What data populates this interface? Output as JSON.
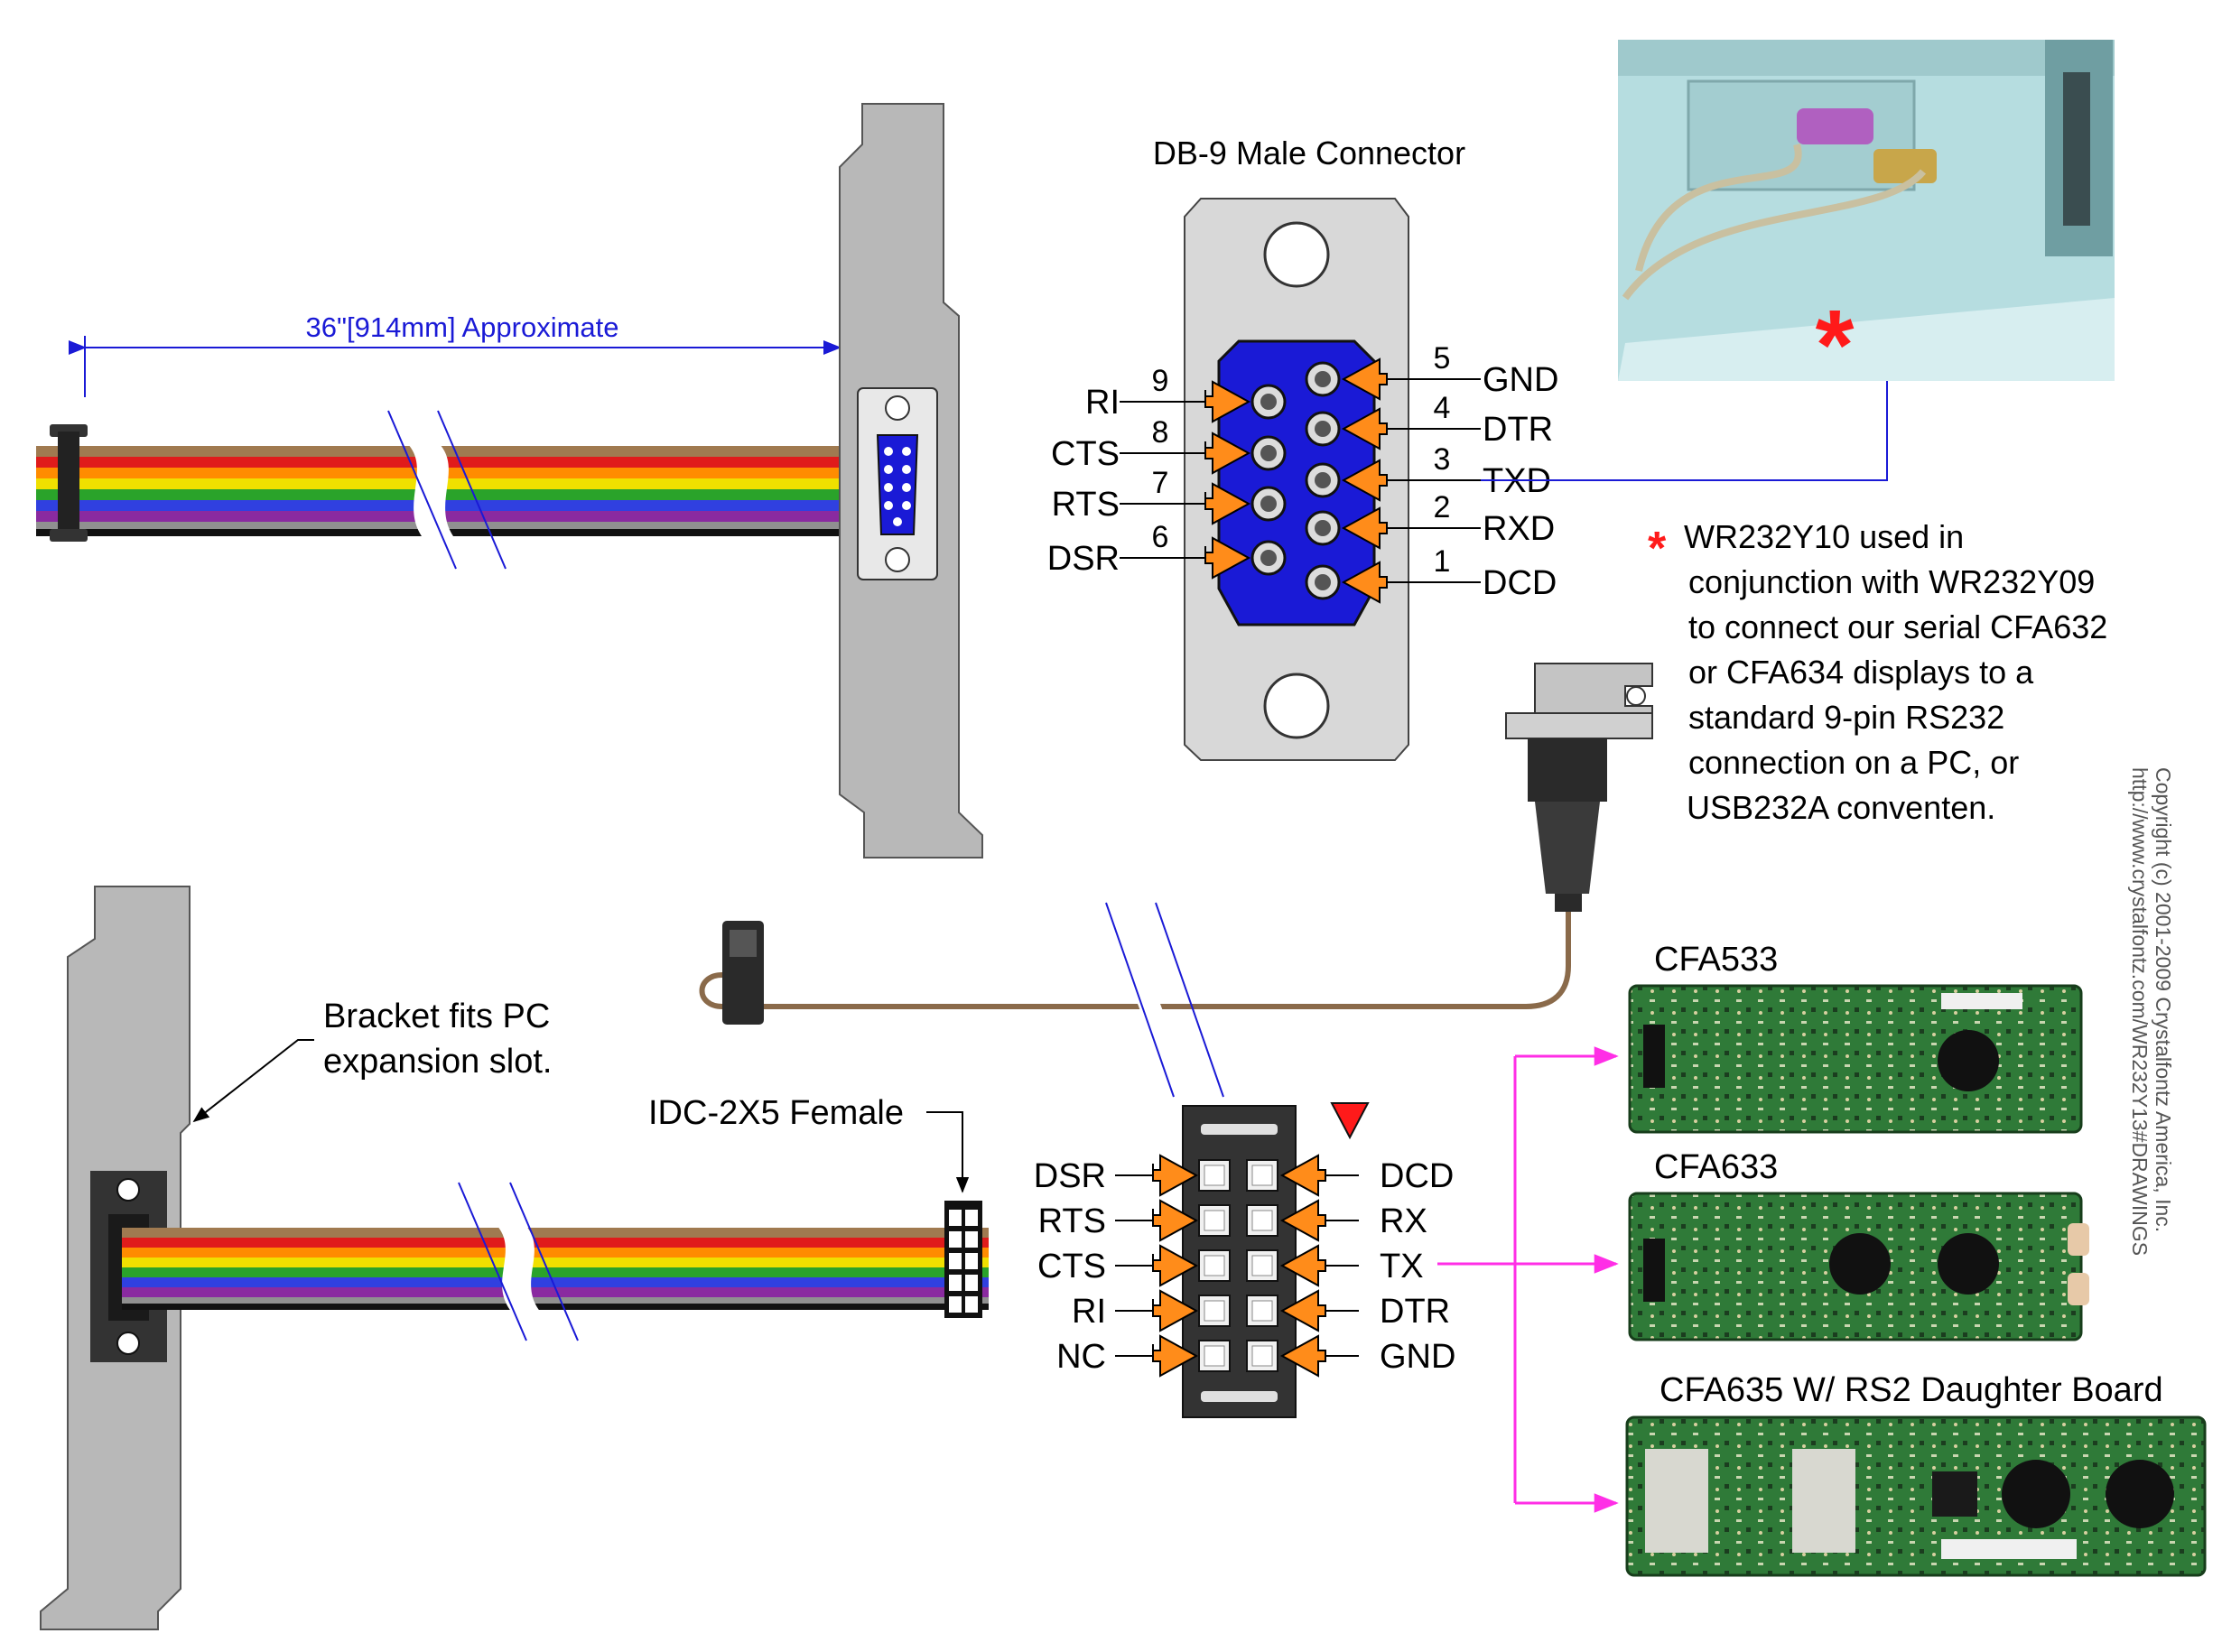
{
  "title": "DB-9 Male Connector",
  "cable_length": "36\"[914mm] Approximate",
  "bracket_note": [
    "Bracket fits PC",
    "expansion slot."
  ],
  "idc_label": "IDC-2X5 Female",
  "note_asterisk": "*",
  "note_lines": [
    "WR232Y10 used in",
    "conjunction with WR232Y09",
    "to connect our serial CFA632",
    "or CFA634 displays to a",
    "standard 9-pin RS232",
    "connection on a PC, or",
    "USB232A conventen."
  ],
  "copyright": [
    "Copyright (c) 2001-2009 Crystalfontz America, Inc.",
    "http://www.crystalfontz.com/WR232Y13#DRAWINGS"
  ],
  "db9_left": [
    {
      "num": "9",
      "sig": "RI"
    },
    {
      "num": "8",
      "sig": "CTS"
    },
    {
      "num": "7",
      "sig": "RTS"
    },
    {
      "num": "6",
      "sig": "DSR"
    }
  ],
  "db9_right": [
    {
      "num": "5",
      "sig": "GND"
    },
    {
      "num": "4",
      "sig": "DTR"
    },
    {
      "num": "3",
      "sig": "TXD"
    },
    {
      "num": "2",
      "sig": "RXD"
    },
    {
      "num": "1",
      "sig": "DCD"
    }
  ],
  "idc_left": [
    "DSR",
    "RTS",
    "CTS",
    "RI",
    "NC"
  ],
  "idc_right": [
    "DCD",
    "RX",
    "TX",
    "DTR",
    "GND"
  ],
  "displays": [
    "CFA533",
    "CFA633",
    "CFA635 W/ RS2 Daughter Board"
  ],
  "colors": {
    "arrow_fill": "#ff8c1a",
    "connector_blue": "#1a1ad6",
    "dimension_blue": "#1a1ad6",
    "magenta": "#ff2ee6",
    "bracket_gray": "#b8b8b8",
    "pcb_green": "#2f7a38",
    "asterisk_red": "#ff1a1a",
    "cable_brown": "#8a6a4a"
  }
}
